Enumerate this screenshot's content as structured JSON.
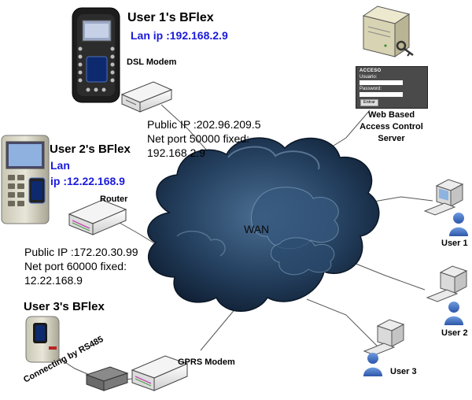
{
  "labels": {
    "user1_bflex": "User 1's BFlex",
    "user1_lan": "Lan ip :192.168.2.9",
    "dsl_modem": "DSL Modem",
    "public_ip_1": "Public IP :202.96.209.5",
    "net_port_1": "Net port 50000 fixed:",
    "net_ip_1": "192.168.2.9",
    "user2_bflex": "User 2's BFlex",
    "user2_lan_a": "Lan",
    "user2_lan_b": "ip :12.22.168.9",
    "router": "Router",
    "public_ip_2": "Public IP :172.20.30.99",
    "net_port_2": "Net port 60000 fixed:",
    "net_ip_2": "12.22.168.9",
    "user3_bflex": "User 3's BFlex",
    "rs485": "Connecting by RS485",
    "gprs_modem": "GPRS Modem",
    "wan": "WAN",
    "server_line1": "Web Based",
    "server_line2": "Access Control",
    "server_line3": "Server",
    "user1": "User 1",
    "user2": "User 2",
    "user3": "User 3"
  },
  "login": {
    "title": "ACCESO",
    "user_label": "Usuario:",
    "password_label": "Password:",
    "submit": "Entrar"
  },
  "colors": {
    "cloud": "#1f3c5e",
    "cloud_light": "#6f8eab",
    "lan_text": "#1a1adb",
    "person": "#3b67b9",
    "link_line": "#555555"
  }
}
